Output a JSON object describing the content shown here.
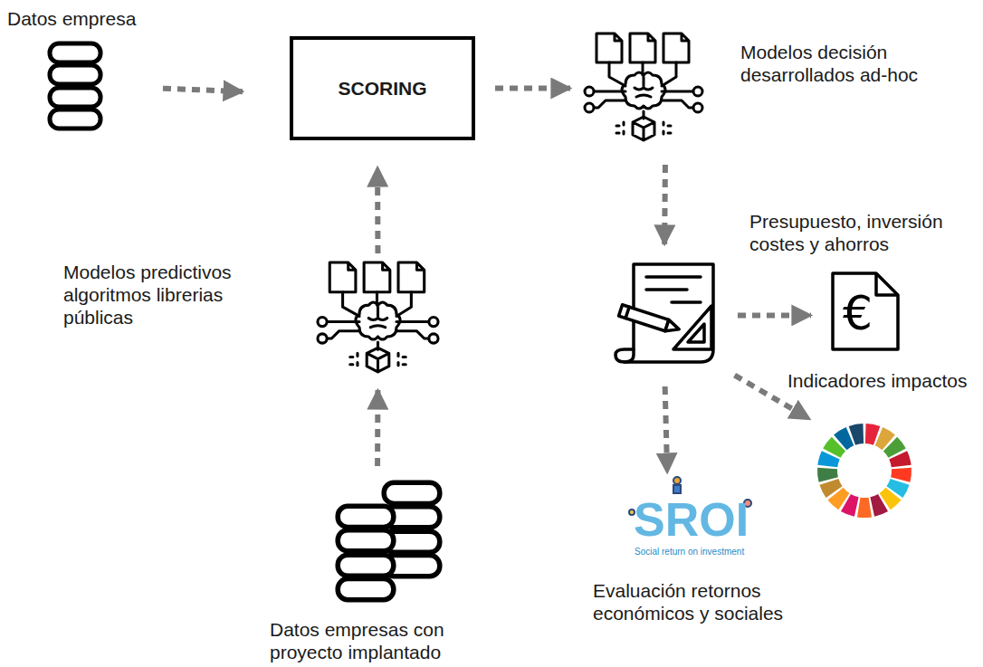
{
  "diagram": {
    "nodes": [
      {
        "text": [
          "Datos empresa"
        ]
      },
      {
        "text": [
          "SCORING"
        ]
      },
      {
        "text": [
          "Modelos decisión desarrollados ad-hoc"
        ]
      },
      {
        "text": [
          "Modelos predictivos algoritmos librerias públicas"
        ]
      },
      {
        "text": []
      },
      {
        "text": [
          "Presupuesto, inversión costes y ahorros"
        ]
      },
      {
        "text": [
          "Indicadores impactos"
        ]
      },
      {
        "text": [
          "Evaluación retornos económicos y sociales"
        ]
      },
      {
        "text": [
          "Datos empresas con proyecto implantado"
        ]
      }
    ],
    "edges": [
      {
        "from": 0,
        "to": 1,
        "arrow": "to"
      },
      {
        "from": 1,
        "to": 2,
        "arrow": "to"
      },
      {
        "from": 3,
        "to": 1,
        "arrow": "to"
      },
      {
        "from": 8,
        "to": 3,
        "arrow": "to"
      },
      {
        "from": 2,
        "to": 4,
        "arrow": "to"
      },
      {
        "from": 4,
        "to": 5,
        "arrow": "to"
      },
      {
        "from": 4,
        "to": 6,
        "arrow": "to"
      },
      {
        "from": 4,
        "to": 7,
        "arrow": "to"
      }
    ],
    "labels": [
      "€",
      "SROI",
      "Social return on investment"
    ]
  }
}
